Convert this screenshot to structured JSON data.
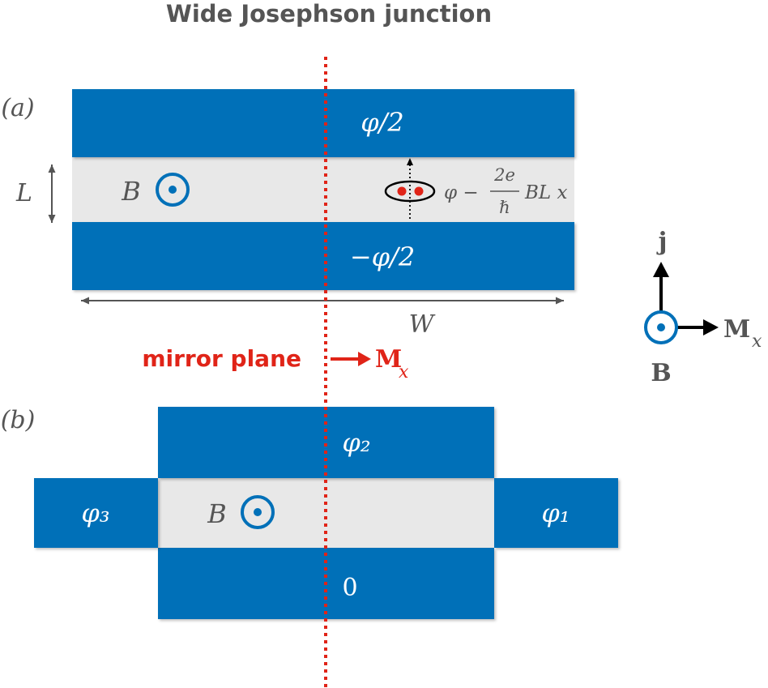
{
  "title": "Wide Josephson junction",
  "colors": {
    "electrode": "#0070b8",
    "barrier": "#e8e8e8",
    "mirror": "#e02418",
    "text_gray": "#555555"
  },
  "panel_a": {
    "label": "(a)",
    "top_phase": "φ/2",
    "bottom_phase": "−φ/2",
    "field_label": "B",
    "length_label": "L",
    "width_label": "W",
    "local_phase_prefix": "φ −",
    "local_phase_numerator": "2e",
    "local_phase_denominator": "ℏ",
    "local_phase_suffix": "BL x"
  },
  "panel_b": {
    "label": "(b)",
    "top_phase": "φ₂",
    "left_phase": "φ₃",
    "right_phase": "φ₁",
    "bottom_phase": "0",
    "field_label": "B"
  },
  "mirror": {
    "label": "mirror plane",
    "operator": "M",
    "operator_sub": "x"
  },
  "axes_legend": {
    "current": "j",
    "mirror": "M",
    "mirror_sub": "x",
    "field": "B"
  }
}
